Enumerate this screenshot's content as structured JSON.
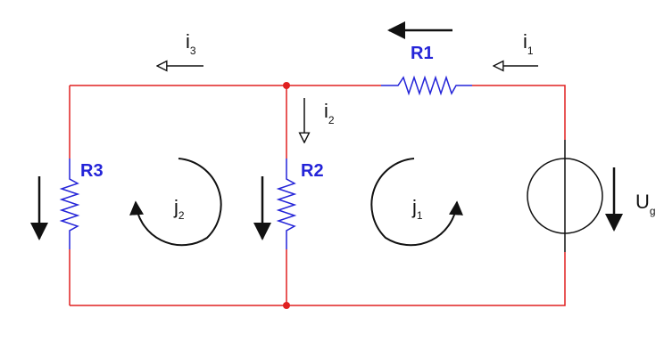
{
  "colors": {
    "wire": "#e02020",
    "resistor": "#2424d8",
    "node": "#e02020",
    "arrow": "#111111",
    "label_resistor": "#2424d8",
    "label_text": "#111111"
  },
  "resistors": {
    "r1": "R1",
    "r2": "R2",
    "r3": "R3"
  },
  "currents": {
    "i1": {
      "base": "i",
      "sub": "1"
    },
    "i2": {
      "base": "i",
      "sub": "2"
    },
    "i3": {
      "base": "i",
      "sub": "3"
    }
  },
  "loop_currents": {
    "j1": {
      "base": "j",
      "sub": "1"
    },
    "j2": {
      "base": "j",
      "sub": "2"
    }
  },
  "source": {
    "label": {
      "base": "U",
      "sub": "g"
    },
    "icon": "voltage-source-icon"
  }
}
